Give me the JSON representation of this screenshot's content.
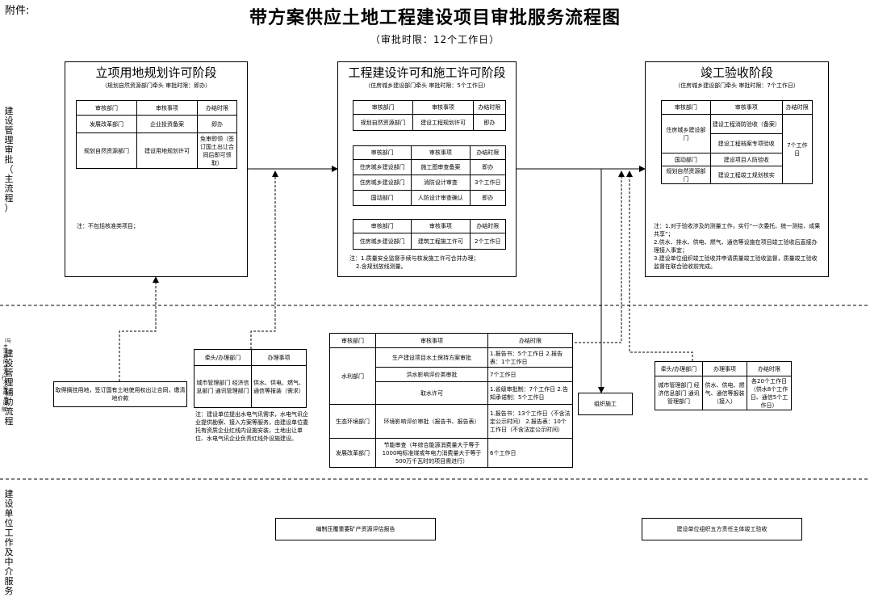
{
  "header": {
    "attachment": "附件:",
    "title": "带方案供应土地工程建设项目审批服务流程图",
    "subtitle": "（审批时限：12个工作日）"
  },
  "lanes": {
    "main": "建设管理审批（主流程）",
    "aux": "建设管理辅助流程",
    "aux_note": "（与主流程同步进行，不影响总时限）",
    "service": "建设单位工作及中介服务"
  },
  "stage1": {
    "title": "立项用地规划许可阶段",
    "sub": "（规划自然资源部门牵头 审批时限：即办）",
    "headers": [
      "审核部门",
      "审核事项",
      "办结时限"
    ],
    "rows": [
      [
        "发展改革部门",
        "企业投资备案",
        "即办"
      ],
      [
        "规划自然资源部门",
        "建设用地规划许可",
        "免审即领（签订国土出让合同后即可领取）"
      ]
    ],
    "note": "注：不包括核准类项目；"
  },
  "stage2": {
    "title": "工程建设许可和施工许可阶段",
    "sub": "（住房城乡建设部门牵头 审批时限：5个工作日）",
    "headers": [
      "审核部门",
      "审核事项",
      "办结时限"
    ],
    "t1": [
      [
        "规划自然资源部门",
        "建设工程规划许可",
        "即办"
      ]
    ],
    "t2": [
      [
        "住房城乡建设部门",
        "施工图审查备案",
        "即办"
      ],
      [
        "住房城乡建设部门",
        "消防设计审查",
        "3个工作日"
      ],
      [
        "国动部门",
        "人防设计审查确认",
        "即办"
      ]
    ],
    "t3": [
      [
        "住房城乡建设部门",
        "建筑工程施工许可",
        "2个工作日"
      ]
    ],
    "note1": "注：1.质量安全监督手续与核发施工许可合并办理；",
    "note2": "2.含规划放线测量。"
  },
  "stage3": {
    "title": "竣工验收阶段",
    "sub": "（住房城乡建设部门牵头 审批时限：7个工作日）",
    "headers": [
      "审核部门",
      "审核事项",
      "办结时限"
    ],
    "dept1": "住房城乡建设部门",
    "item1a": "建设工程消防验收（备案）",
    "item1b": "建设工程档案专项验收",
    "time": "7个工作日",
    "dept2": "国动部门",
    "item2": "建设项目人防验收",
    "dept3": "规划自然资源部门",
    "item3": "建设工程竣工规划核实",
    "note1": "注：1.对于验收涉及的测量工作，实行“一次委托、统一测绘、成果共享”；",
    "note2": "2.供水、排水、供电、燃气、通信等设施在项目竣工验收后直接办理接入事宜；",
    "note3": "3.建设单位组织竣工验收并申请质量竣工验收监督，质量竣工验收监督在联合验收前完成。"
  },
  "aux": {
    "land_box": "取得摘挂用地，签订国有土地使用权出让合同，缴清地价款",
    "util1": {
      "headers": [
        "牵头/办理部门",
        "办理事项"
      ],
      "dept": "城市管理部门 经济信息部门 通讯管理部门",
      "item": "供水、供电、燃气、通信等报装（需求）",
      "note": "注：建设单位提出水电气讯需求，水电气讯企业提供勘察、接入方案等服务，由建设单位委托有资质企业红线内设施安装，土地出让单位、水电气讯企业负责红线外设施建设。"
    },
    "water": {
      "headers": [
        "审核部门",
        "审核事项",
        "办结时限"
      ],
      "dept1": "水利部门",
      "r1_item": "生产建设项目水土保持方案审批",
      "r1_time": "1.报告书：5个工作日 2.报告表：1个工作日",
      "r2_item": "洪水影响评价类审批",
      "r2_time": "7个工作日",
      "r3_item": "取水许可",
      "r3_time": "1.省级审批制：7个工作日 2.告知承诺制：5个工作日",
      "dept2": "生态环境部门",
      "r4_item": "环境影响评价审批（报告书、报告表）",
      "r4_time": "1.报告书：13个工作日（不含法定公示时间） 2.报告表：10个工作日（不含法定公示时间）",
      "dept3": "发展改革部门",
      "r5_item": "节能审查（年综合能源消费量大于等于1000吨标准煤或年电力消费量大于等于500万千瓦时的项目需进行）",
      "r5_time": "6个工作日"
    },
    "org_box": "组织施工",
    "util2": {
      "headers": [
        "牵头/办理部门",
        "办理事项",
        "办结时限"
      ],
      "dept": "城市管理部门 经济信息部门 通讯管理部门",
      "item": "供水、供电、燃气、通信等报装（接入）",
      "time": "各20个工作日（供水8个工作日、通信5个工作日）"
    }
  },
  "service": {
    "box1": "编制压覆重要矿产资源评估报告",
    "box2": "建设单位组织五方责任主体竣工验收"
  }
}
